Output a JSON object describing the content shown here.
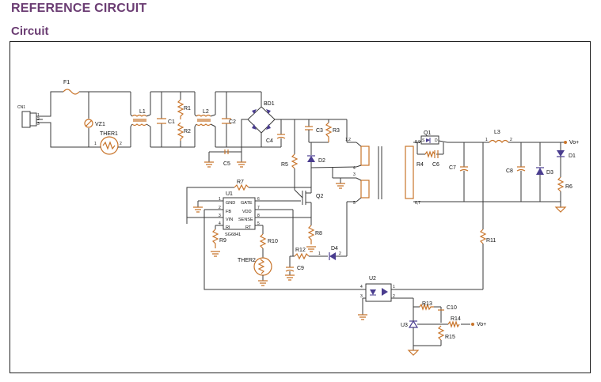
{
  "header": {
    "title": "REFERENCE CIRCUIT",
    "subtitle": "Circuit"
  },
  "colors": {
    "heading": "#6b3d73",
    "component": "#c8742a",
    "diode": "#4a3d8f",
    "wire": "#3a3a3a"
  },
  "labels": {
    "cn1": "CN1",
    "f1": "F1",
    "vz1": "VZ1",
    "ther1": "THER1",
    "l1": "L1",
    "c1": "C1",
    "r1": "R1",
    "r2": "R2",
    "l2": "L2",
    "c2": "C2",
    "bd1": "BD1",
    "c4": "C4",
    "c5": "C5",
    "c3": "C3",
    "r3": "R3",
    "d2": "D2",
    "r5": "R5",
    "r7": "R7",
    "u1": "U1",
    "q2": "Q2",
    "r8": "R8",
    "r9": "R9",
    "r10": "R10",
    "ther2": "THER2",
    "r12": "R12",
    "c9": "C9",
    "d4": "D4",
    "q1": "Q1",
    "r4": "R4",
    "c6": "C6",
    "c7": "C7",
    "l3": "L3",
    "c8": "C8",
    "d3": "D3",
    "d1": "D1",
    "r6": "R6",
    "vo1": "Vo+",
    "r11": "R11",
    "u2": "U2",
    "r13": "R13",
    "c10": "C10",
    "u3": "U3",
    "r14": "R14",
    "vo2": "Vo+",
    "r15": "R15"
  },
  "u1_pins": {
    "gnd": "GND",
    "gate": "GATE",
    "fb": "FB",
    "vdd": "VDD",
    "vin": "VIN",
    "sense": "SENSE",
    "ri": "RI",
    "rt": "RT",
    "part": "SG6841"
  },
  "pin_numbers": {
    "cn1_1": "1",
    "cn1_2": "2",
    "cn1_3": "3",
    "u1_1": "1",
    "u1_2": "2",
    "u1_3": "3",
    "u1_4": "4",
    "u1_5": "5",
    "u1_6": "6",
    "u1_7": "7",
    "u1_8": "8",
    "t_12": "1,2",
    "t_4": "4",
    "t_3": "3",
    "t_5": "5",
    "t_89": "8,9",
    "t_67": "6,7",
    "ther1_1": "1",
    "ther1_2": "2",
    "q1_s": "S",
    "q1_d": "D",
    "l3_1": "1",
    "l3_2": "2",
    "d4_1": "1",
    "d4_2": "2",
    "u2_4": "4",
    "u2_3": "3",
    "u2_1": "1",
    "u2_2": "2"
  }
}
